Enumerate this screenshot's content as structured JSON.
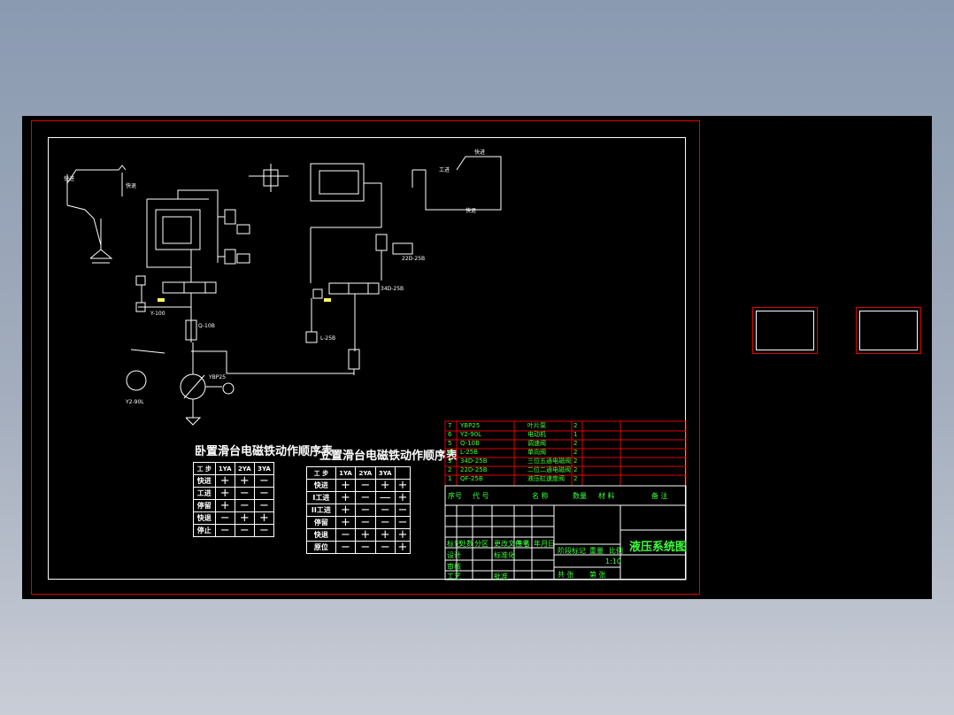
{
  "drawing": {
    "table1": {
      "title": "卧置滑台电磁铁动作顺序表",
      "headers": [
        "工 步",
        "1YA",
        "2YA",
        "3YA"
      ],
      "rows": [
        [
          "快进",
          "+",
          "+",
          "−"
        ],
        [
          "工进",
          "+",
          "−",
          "−"
        ],
        [
          "停留",
          "+",
          "−",
          "−"
        ],
        [
          "快退",
          "−",
          "+",
          "+"
        ],
        [
          "停止",
          "−",
          "−",
          "−"
        ]
      ]
    },
    "table2": {
      "title": "立置滑台电磁铁动作顺序表",
      "headers": [
        "工 步",
        "1YA",
        "2YA",
        "3YA",
        ""
      ],
      "rows": [
        [
          "快进",
          "+",
          "−",
          "+",
          "+"
        ],
        [
          "I工进",
          "+",
          "−",
          "—",
          "+"
        ],
        [
          "II工进",
          "+",
          "−",
          "−",
          "−"
        ],
        [
          "停留",
          "+",
          "−",
          "−",
          "−"
        ],
        [
          "快退",
          "−",
          "+",
          "+",
          "+"
        ],
        [
          "原位",
          "−",
          "−",
          "−",
          "+"
        ]
      ]
    },
    "bom": {
      "rows": [
        [
          "7",
          "YBP25",
          "叶片泵",
          "2"
        ],
        [
          "6",
          "Y2-90L",
          "电动机",
          "1"
        ],
        [
          "5",
          "Q-10B",
          "调速阀",
          "2"
        ],
        [
          "4",
          "L-25B",
          "单向阀",
          "2"
        ],
        [
          "3",
          "34D-25B",
          "三位五通电磁阀",
          "2"
        ],
        [
          "2",
          "22D-25B",
          "二位二通电磁阀",
          "2"
        ],
        [
          "1",
          "QF-25B",
          "液压缸速度阀",
          "2"
        ]
      ],
      "header": [
        "序号",
        "代 号",
        "名 称",
        "数量",
        "材 料",
        "备 注"
      ]
    },
    "title_block": {
      "drawing_name": "液压系统图",
      "labels": [
        "标记",
        "处数",
        "分区",
        "更改文件号",
        "签名",
        "年月日",
        "设计",
        "标准化",
        "阶段标记",
        "重量",
        "比例",
        "审核",
        "工艺",
        "批准",
        "共 张",
        "第 张"
      ],
      "scale": "1:10"
    },
    "schematic_labels": {
      "fast_fwd": "快进",
      "fast_back": "快退",
      "work_feed": "工进",
      "motor": "Y2-90L",
      "pump": "YBP25",
      "valve_a": "Q-10B",
      "valve_b": "22D-25B",
      "valve_c": "34D-25B",
      "valve_d": "L-25B",
      "gauge": "Y-100"
    }
  },
  "colors": {
    "background": "#000000",
    "sheet_border": "#e00000",
    "frame": "#ffffff",
    "bom_text": "#3cff3c",
    "bom_lines": "#e00000"
  }
}
